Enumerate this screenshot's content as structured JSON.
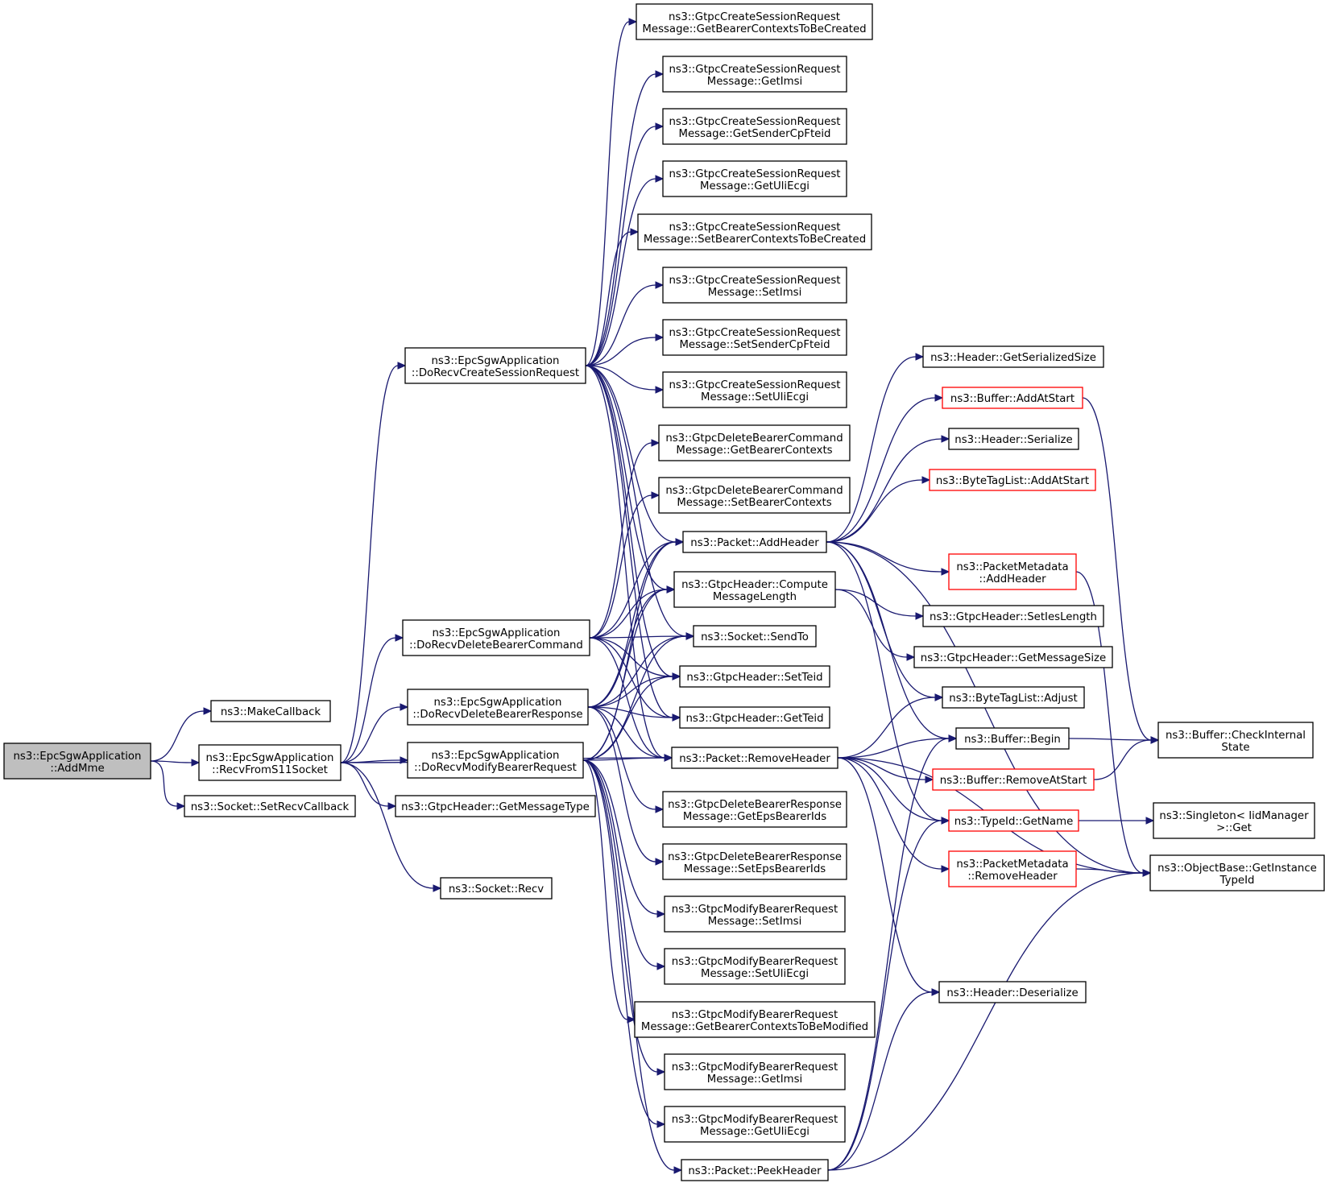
{
  "colors": {
    "edge": "#191970",
    "node_border": "#000000",
    "node_border_truncated": "#ff0000",
    "root_fill": "#bfbfbf",
    "node_fill": "#ffffff"
  },
  "nodes": {
    "addmme": {
      "lines": [
        "ns3::EpcSgwApplication",
        "::AddMme"
      ]
    },
    "makecallback": {
      "lines": [
        "ns3::MakeCallback"
      ]
    },
    "recvfroms11": {
      "lines": [
        "ns3::EpcSgwApplication",
        "::RecvFromS11Socket"
      ]
    },
    "setrecvcallback": {
      "lines": [
        "ns3::Socket::SetRecvCallback"
      ]
    },
    "docreatesession": {
      "lines": [
        "ns3::EpcSgwApplication",
        "::DoRecvCreateSessionRequest"
      ]
    },
    "dodeletebearercmd": {
      "lines": [
        "ns3::EpcSgwApplication",
        "::DoRecvDeleteBearerCommand"
      ]
    },
    "dodeletebearerresp": {
      "lines": [
        "ns3::EpcSgwApplication",
        "::DoRecvDeleteBearerResponse"
      ]
    },
    "domodifybearer": {
      "lines": [
        "ns3::EpcSgwApplication",
        "::DoRecvModifyBearerRequest"
      ]
    },
    "getmessagetype": {
      "lines": [
        "ns3::GtpcHeader::GetMessageType"
      ]
    },
    "socketrecv": {
      "lines": [
        "ns3::Socket::Recv"
      ]
    },
    "csr_getbearer": {
      "lines": [
        "ns3::GtpcCreateSessionRequest",
        "Message::GetBearerContextsToBeCreated"
      ]
    },
    "csr_getimsi": {
      "lines": [
        "ns3::GtpcCreateSessionRequest",
        "Message::GetImsi"
      ]
    },
    "csr_getsender": {
      "lines": [
        "ns3::GtpcCreateSessionRequest",
        "Message::GetSenderCpFteid"
      ]
    },
    "csr_getuli": {
      "lines": [
        "ns3::GtpcCreateSessionRequest",
        "Message::GetUliEcgi"
      ]
    },
    "csr_setbearer": {
      "lines": [
        "ns3::GtpcCreateSessionRequest",
        "Message::SetBearerContextsToBeCreated"
      ]
    },
    "csr_setimsi": {
      "lines": [
        "ns3::GtpcCreateSessionRequest",
        "Message::SetImsi"
      ]
    },
    "csr_setsender": {
      "lines": [
        "ns3::GtpcCreateSessionRequest",
        "Message::SetSenderCpFteid"
      ]
    },
    "csr_setuli": {
      "lines": [
        "ns3::GtpcCreateSessionRequest",
        "Message::SetUliEcgi"
      ]
    },
    "dbc_get": {
      "lines": [
        "ns3::GtpcDeleteBearerCommand",
        "Message::GetBearerContexts"
      ]
    },
    "dbc_set": {
      "lines": [
        "ns3::GtpcDeleteBearerCommand",
        "Message::SetBearerContexts"
      ]
    },
    "addheader": {
      "lines": [
        "ns3::Packet::AddHeader"
      ]
    },
    "computelen": {
      "lines": [
        "ns3::GtpcHeader::Compute",
        "MessageLength"
      ]
    },
    "sendto": {
      "lines": [
        "ns3::Socket::SendTo"
      ]
    },
    "setteid": {
      "lines": [
        "ns3::GtpcHeader::SetTeid"
      ]
    },
    "getteid": {
      "lines": [
        "ns3::GtpcHeader::GetTeid"
      ]
    },
    "removeheader": {
      "lines": [
        "ns3::Packet::RemoveHeader"
      ]
    },
    "dbr_get": {
      "lines": [
        "ns3::GtpcDeleteBearerResponse",
        "Message::GetEpsBearerIds"
      ]
    },
    "dbr_set": {
      "lines": [
        "ns3::GtpcDeleteBearerResponse",
        "Message::SetEpsBearerIds"
      ]
    },
    "mbr_setimsi": {
      "lines": [
        "ns3::GtpcModifyBearerRequest",
        "Message::SetImsi"
      ]
    },
    "mbr_setuli": {
      "lines": [
        "ns3::GtpcModifyBearerRequest",
        "Message::SetUliEcgi"
      ]
    },
    "mbr_getbearer": {
      "lines": [
        "ns3::GtpcModifyBearerRequest",
        "Message::GetBearerContextsToBeModified"
      ]
    },
    "mbr_getimsi": {
      "lines": [
        "ns3::GtpcModifyBearerRequest",
        "Message::GetImsi"
      ]
    },
    "mbr_getuli": {
      "lines": [
        "ns3::GtpcModifyBearerRequest",
        "Message::GetUliEcgi"
      ]
    },
    "peekheader": {
      "lines": [
        "ns3::Packet::PeekHeader"
      ]
    },
    "getserializedsize": {
      "lines": [
        "ns3::Header::GetSerializedSize"
      ]
    },
    "buf_addatstart": {
      "lines": [
        "ns3::Buffer::AddAtStart"
      ]
    },
    "hdr_serialize": {
      "lines": [
        "ns3::Header::Serialize"
      ]
    },
    "btl_addatstart": {
      "lines": [
        "ns3::ByteTagList::AddAtStart"
      ]
    },
    "pm_addheader": {
      "lines": [
        "ns3::PacketMetadata",
        "::AddHeader"
      ]
    },
    "setieslength": {
      "lines": [
        "ns3::GtpcHeader::SetIesLength"
      ]
    },
    "getmessagesize": {
      "lines": [
        "ns3::GtpcHeader::GetMessageSize"
      ]
    },
    "btl_adjust": {
      "lines": [
        "ns3::ByteTagList::Adjust"
      ]
    },
    "buf_begin": {
      "lines": [
        "ns3::Buffer::Begin"
      ]
    },
    "buf_removeatstart": {
      "lines": [
        "ns3::Buffer::RemoveAtStart"
      ]
    },
    "typeid_getname": {
      "lines": [
        "ns3::TypeId::GetName"
      ]
    },
    "pm_removeheader": {
      "lines": [
        "ns3::PacketMetadata",
        "::RemoveHeader"
      ]
    },
    "hdr_deserialize": {
      "lines": [
        "ns3::Header::Deserialize"
      ]
    },
    "checkinternal": {
      "lines": [
        "ns3::Buffer::CheckInternal",
        "State"
      ]
    },
    "singleton_get": {
      "lines": [
        "ns3::Singleton< IidManager",
        " >::Get"
      ]
    },
    "getinstancetypeid": {
      "lines": [
        "ns3::ObjectBase::GetInstance",
        "TypeId"
      ]
    }
  }
}
